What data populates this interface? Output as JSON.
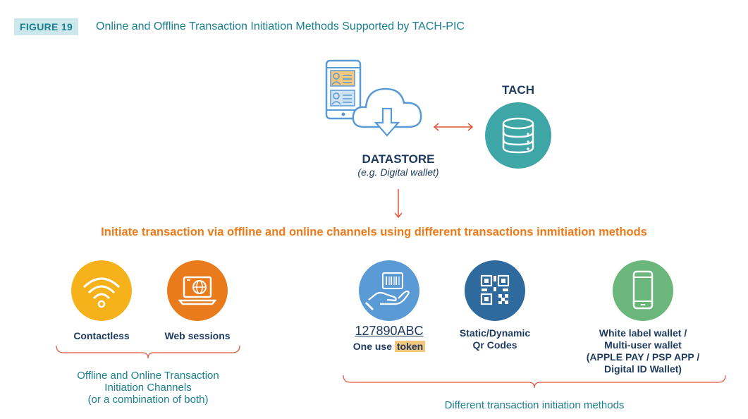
{
  "figure": {
    "tag": "FIGURE 19",
    "title": "Online and Offline Transaction Initiation Methods Supported by TACH-PIC"
  },
  "datastore": {
    "label": "DATASTORE",
    "sublabel": "(e.g. Digital wallet)"
  },
  "tach": {
    "label": "TACH"
  },
  "headline": "Initiate transaction via offline and online channels using different transactions inmitiation methods",
  "channels": {
    "items": [
      {
        "label": "Contactless",
        "icon": "wifi-icon",
        "color": "#f6b21b"
      },
      {
        "label": "Web sessions",
        "icon": "laptop-globe-icon",
        "color": "#ea7b1c"
      }
    ],
    "caption_lines": [
      "Offline and Online Transaction",
      "Initiation Channels",
      "(or a combination of both)"
    ]
  },
  "methods": {
    "token": {
      "code": "127890ABC",
      "label_prefix": "One use ",
      "label_highlight": "token",
      "icon": "hand-barcode-icon",
      "color": "#5b9bd5"
    },
    "qr": {
      "lines": [
        "Static/Dynamic",
        "Qr Codes"
      ],
      "icon": "qr-code-icon",
      "color": "#2e6a9e"
    },
    "wallet": {
      "lines": [
        "White label wallet /",
        "Multi-user wallet",
        "(APPLE PAY / PSP APP /",
        "Digital ID Wallet)"
      ],
      "icon": "mobile-phone-icon",
      "color": "#6bb67a"
    },
    "caption": "Different transaction initiation methods"
  },
  "colors": {
    "teal": "#1a7f8e",
    "orange": "#ea7b1c",
    "arrow": "#e0533c",
    "navy": "#1e3a5f",
    "tach_circle": "#3fa6a8"
  }
}
